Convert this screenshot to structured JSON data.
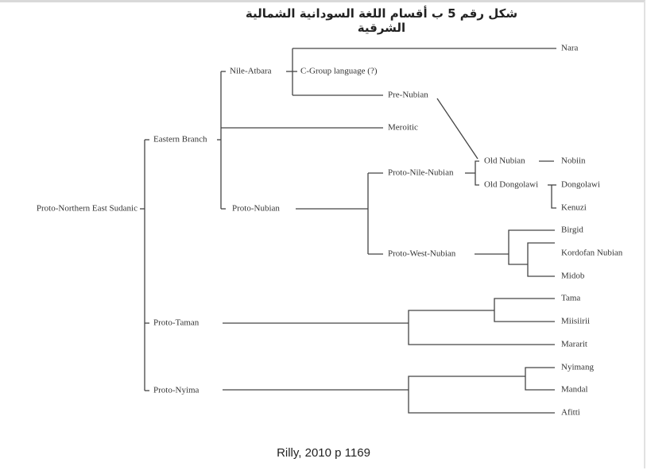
{
  "title": "شكل رقم 5 ب أقسام اللغة السودانية الشمالية الشرقية",
  "caption": "Rilly, 2010 p 1169",
  "tree": {
    "root": "Proto-Northern East Sudanic",
    "eastern_branch": "Eastern Branch",
    "nile_atbara": "Nile-Atbara",
    "c_group": "C-Group language (?)",
    "nara": "Nara",
    "pre_nubian": "Pre-Nubian",
    "meroitic": "Meroitic",
    "proto_nubian": "Proto-Nubian",
    "proto_nile_nubian": "Proto-Nile-Nubian",
    "old_nubian": "Old Nubian",
    "nobiin": "Nobiin",
    "old_dongolawi": "Old Dongolawi",
    "dongolawi": "Dongolawi",
    "kenuzi": "Kenuzi",
    "proto_west_nubian": "Proto-West-Nubian",
    "birgid": "Birgid",
    "kordofan_nubian": "Kordofan Nubian",
    "midob": "Midob",
    "proto_taman": "Proto-Taman",
    "tama": "Tama",
    "miisiirii": "Miisiirii",
    "mararit": "Mararit",
    "proto_nyima": "Proto-Nyima",
    "nyimang": "Nyimang",
    "mandal": "Mandal",
    "afitti": "Afitti"
  }
}
